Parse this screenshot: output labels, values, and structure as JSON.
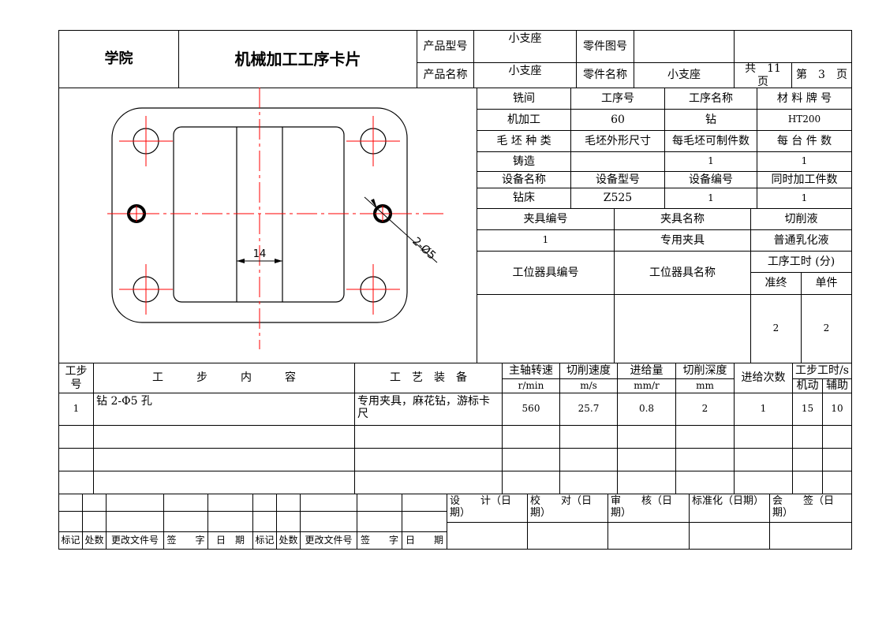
{
  "header": {
    "school": "学院",
    "title": "机械加工工序卡片",
    "product_model_label": "产品型号",
    "product_model_value": "小支座",
    "part_drawing_label": "零件图号",
    "part_drawing_value": "",
    "product_name_label": "产品名称",
    "product_name_value": "小支座",
    "part_name_label": "零件名称",
    "part_name_value": "小支座",
    "total_pages": "共　11　页",
    "page_no": "第　3　页"
  },
  "info": {
    "r1": [
      "铣间",
      "工序号",
      "工序名称",
      "材 料 牌 号"
    ],
    "r2": [
      "机加工",
      "60",
      "钻",
      "HT200"
    ],
    "r3": [
      "毛 坯 种 类",
      "毛坯外形尺寸",
      "每毛坯可制件数",
      "每 台 件 数"
    ],
    "r4": [
      "铸造",
      "",
      "1",
      "1"
    ],
    "r5": [
      "设备名称",
      "设备型号",
      "设备编号",
      "同时加工件数"
    ],
    "r6": [
      "钻床",
      "Z525",
      "1",
      "1"
    ],
    "fixture_no_label": "夹具编号",
    "fixture_name_label": "夹具名称",
    "coolant_label": "切削液",
    "fixture_no": "1",
    "fixture_name": "专用夹具",
    "coolant": "普通乳化液",
    "station_tool_no_label": "工位器具编号",
    "station_tool_name_label": "工位器具名称",
    "op_time_label": "工序工时 (分)",
    "prep_label": "准终",
    "unit_label": "单件",
    "prep_value": "2",
    "unit_value": "2"
  },
  "drawing": {
    "dim_width": "14",
    "dim_hole": "2-Ø5"
  },
  "steps": {
    "h_no": "工步\n号",
    "h_content": "工　　　步　　　内　　　容",
    "h_equip": "工　艺　装　备",
    "h_speed": "主轴转速",
    "h_speed_unit": "r/min",
    "h_cut_speed": "切削速度",
    "h_cut_speed_unit": "m/s",
    "h_feed": "进给量",
    "h_feed_unit": "mm/r",
    "h_depth": "切削深度",
    "h_depth_unit": "mm",
    "h_passes": "进给次数",
    "h_time": "工步工时/s",
    "h_machine": "机动",
    "h_aux": "辅助",
    "rows": [
      {
        "no": "1",
        "content": "钻 2-Φ5 孔",
        "equip": "专用夹具，麻花钻，游标卡尺",
        "speed": "560",
        "cut_speed": "25.7",
        "feed": "0.8",
        "depth": "2",
        "passes": "1",
        "machine": "15",
        "aux": "10"
      }
    ]
  },
  "footer": {
    "labels": [
      "标记",
      "处数",
      "更改文件号",
      "签　　字",
      "日　期",
      "标记",
      "处数",
      "更改文件号",
      "签　　字",
      "日　　期"
    ],
    "sign": [
      "设　　计（日期）",
      "校　　对（日期）",
      "审　　核（日期）",
      "标准化（日期）",
      "会　　签（日期）"
    ]
  },
  "colors": {
    "line": "#000000",
    "centerline": "#ff0000"
  }
}
